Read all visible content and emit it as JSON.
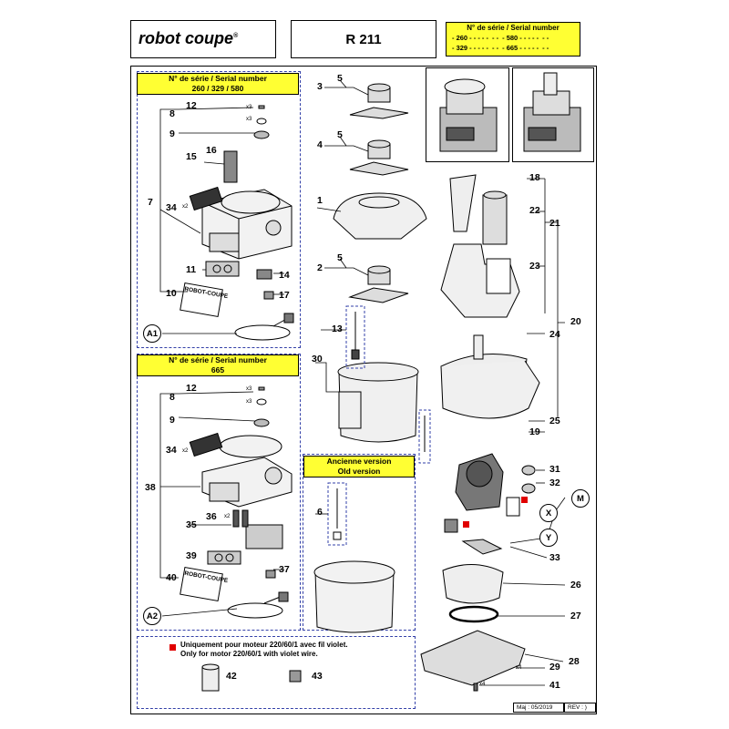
{
  "header": {
    "brand": "robot coupe",
    "brand_mark": "®",
    "model": "R 211",
    "serial_box": {
      "title": "N° de série / Serial number",
      "rows": [
        [
          "- 260 - - - - -",
          "- -",
          "- 580 - - - - -",
          "- -"
        ],
        [
          "- 329 - - - - -",
          "- -",
          "- 665 - - - - -",
          "- -"
        ]
      ]
    }
  },
  "panels": {
    "top_left": {
      "title_line1": "N° de série / Serial number",
      "title_line2": "260 / 329 / 580"
    },
    "bottom_left": {
      "title_line1": "N° de série / Serial number",
      "title_line2": "665"
    },
    "old_version": {
      "title_line1": "Ancienne version",
      "title_line2": "Old version"
    }
  },
  "callouts": {
    "n1": "1",
    "n2": "2",
    "n3": "3",
    "n4": "4",
    "n5a": "5",
    "n5b": "5",
    "n5c": "5",
    "n6": "6",
    "n7": "7",
    "n8a": "8",
    "n8b": "8",
    "n9a": "9",
    "n9b": "9",
    "n10": "10",
    "n11": "11",
    "n12a": "12",
    "n12b": "12",
    "n13": "13",
    "n14": "14",
    "n15": "15",
    "n16": "16",
    "n17": "17",
    "n18": "18",
    "n19": "19",
    "n20": "20",
    "n21": "21",
    "n22": "22",
    "n23": "23",
    "n24": "24",
    "n25": "25",
    "n26": "26",
    "n27": "27",
    "n28": "28",
    "n29": "29",
    "n30": "30",
    "n31": "31",
    "n32": "32",
    "n33": "33",
    "n34a": "34",
    "n34b": "34",
    "n35": "35",
    "n36": "36",
    "n37": "37",
    "n38": "38",
    "n39": "39",
    "n40": "40",
    "n41": "41",
    "n42": "42",
    "n43": "43",
    "A1": "A1",
    "A2": "A2",
    "M": "M",
    "X": "X",
    "Y": "Y"
  },
  "quantities": {
    "x3": "x3",
    "x2": "x2",
    "x4": "x4"
  },
  "plate_text": "ROBOT-COUPE",
  "note": {
    "fr": "Uniquement pour moteur 220/60/1 avec fil violet.",
    "en": "Only for motor 220/60/1 with violet wire."
  },
  "footer": {
    "date": "Maj : 05/2019",
    "rev": "REV : )"
  },
  "colors": {
    "panel_title_bg": "#ffff33",
    "dash_border": "#3340a8",
    "note_marker": "#e00000"
  }
}
